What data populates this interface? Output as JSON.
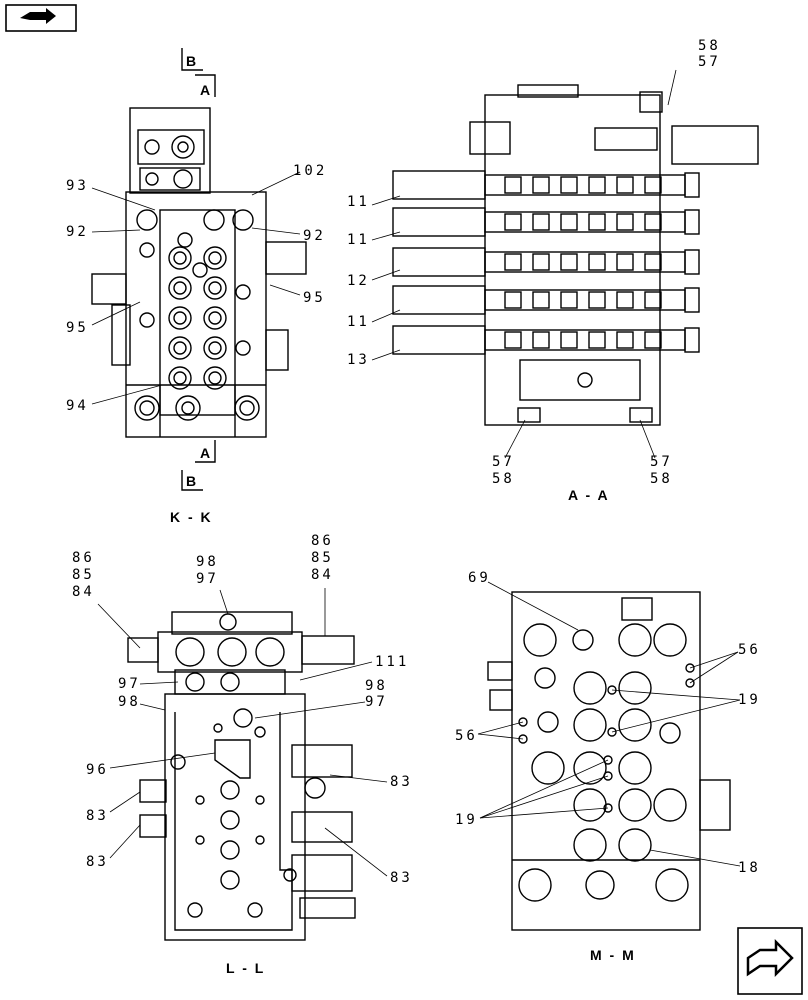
{
  "nav": {
    "top_left_icon": "book-arrow-icon",
    "bottom_right_icon": "book-arrow-icon"
  },
  "views": {
    "kk": {
      "caption": "K - K",
      "section_top": "B",
      "section_a_top": "A",
      "section_a_bottom": "A",
      "section_bottom": "B",
      "labels": [
        "93",
        "92",
        "92",
        "95",
        "95",
        "94",
        "102"
      ]
    },
    "aa": {
      "caption": "A - A",
      "labels": [
        "58",
        "57",
        "11",
        "11",
        "12",
        "11",
        "13",
        "57",
        "58",
        "57",
        "58"
      ]
    },
    "ll": {
      "caption": "L - L",
      "labels": [
        "86",
        "85",
        "84",
        "98",
        "97",
        "86",
        "85",
        "84",
        "111",
        "97",
        "98",
        "98",
        "97",
        "96",
        "83",
        "83",
        "83",
        "83"
      ]
    },
    "mm": {
      "caption": "M - M",
      "labels": [
        "69",
        "56",
        "19",
        "56",
        "19",
        "18"
      ]
    }
  }
}
